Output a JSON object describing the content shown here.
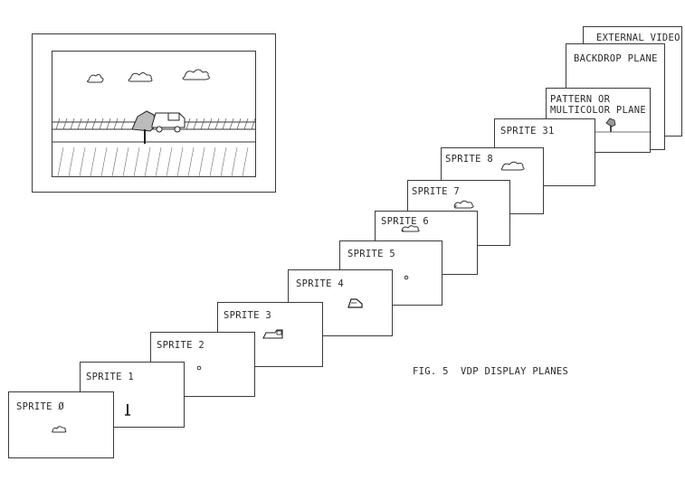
{
  "planes": {
    "external_video": "EXTERNAL VIDEO",
    "backdrop": "BACKDROP PLANE",
    "pattern": "PATTERN OR\nMULTICOLOR PLANE",
    "sprite31": "SPRITE 31",
    "sprite8": "SPRITE 8",
    "sprite7": "SPRITE 7",
    "sprite6": "SPRITE 6",
    "sprite5": "SPRITE 5",
    "sprite4": "SPRITE 4",
    "sprite3": "SPRITE 3",
    "sprite2": "SPRITE 2",
    "sprite1": "SPRITE 1",
    "sprite0": "SPRITE Ø"
  },
  "caption": "FIG. 5  VDP DISPLAY PLANES"
}
